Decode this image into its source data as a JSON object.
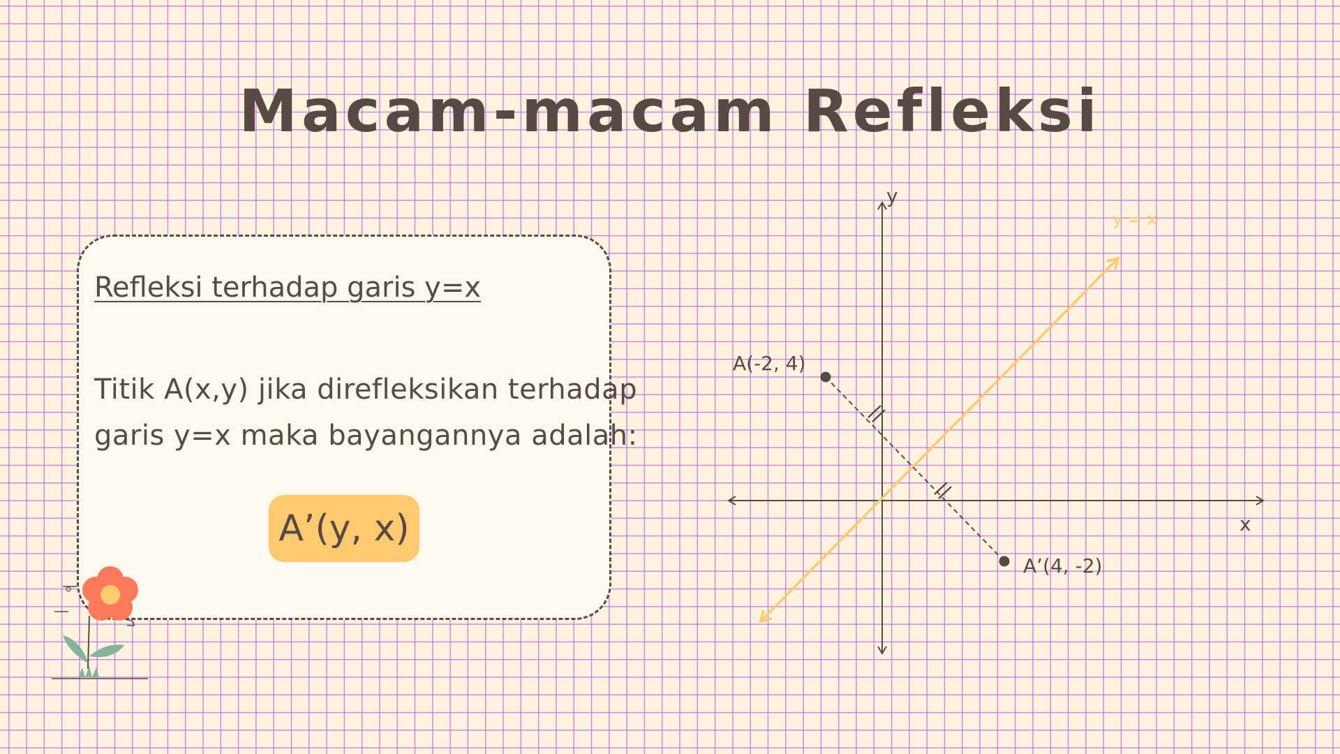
{
  "slide": {
    "title": "Macam-macam Refleksi"
  },
  "card": {
    "heading": "Refleksi terhadap garis y=x",
    "body_line1": "Titik A(x,y) jika direfleksikan terhadap",
    "body_line2": "garis y=x maka bayangannya adalah:",
    "result": "A’(y, x)"
  },
  "graph": {
    "x_axis_label": "x",
    "y_axis_label": "y",
    "mirror_line_label": "y = x",
    "point_original": {
      "label": "A(-2, 4)",
      "x": -2,
      "y": 4
    },
    "point_image": {
      "label": "A’(4, -2)",
      "x": 4,
      "y": -2
    }
  },
  "colors": {
    "background": "#FFF3E0",
    "grid": "#BA68DC",
    "text": "#574A44",
    "accent": "#FFC970",
    "flower": "#FF7A5C",
    "leaf": "#86B49A"
  }
}
